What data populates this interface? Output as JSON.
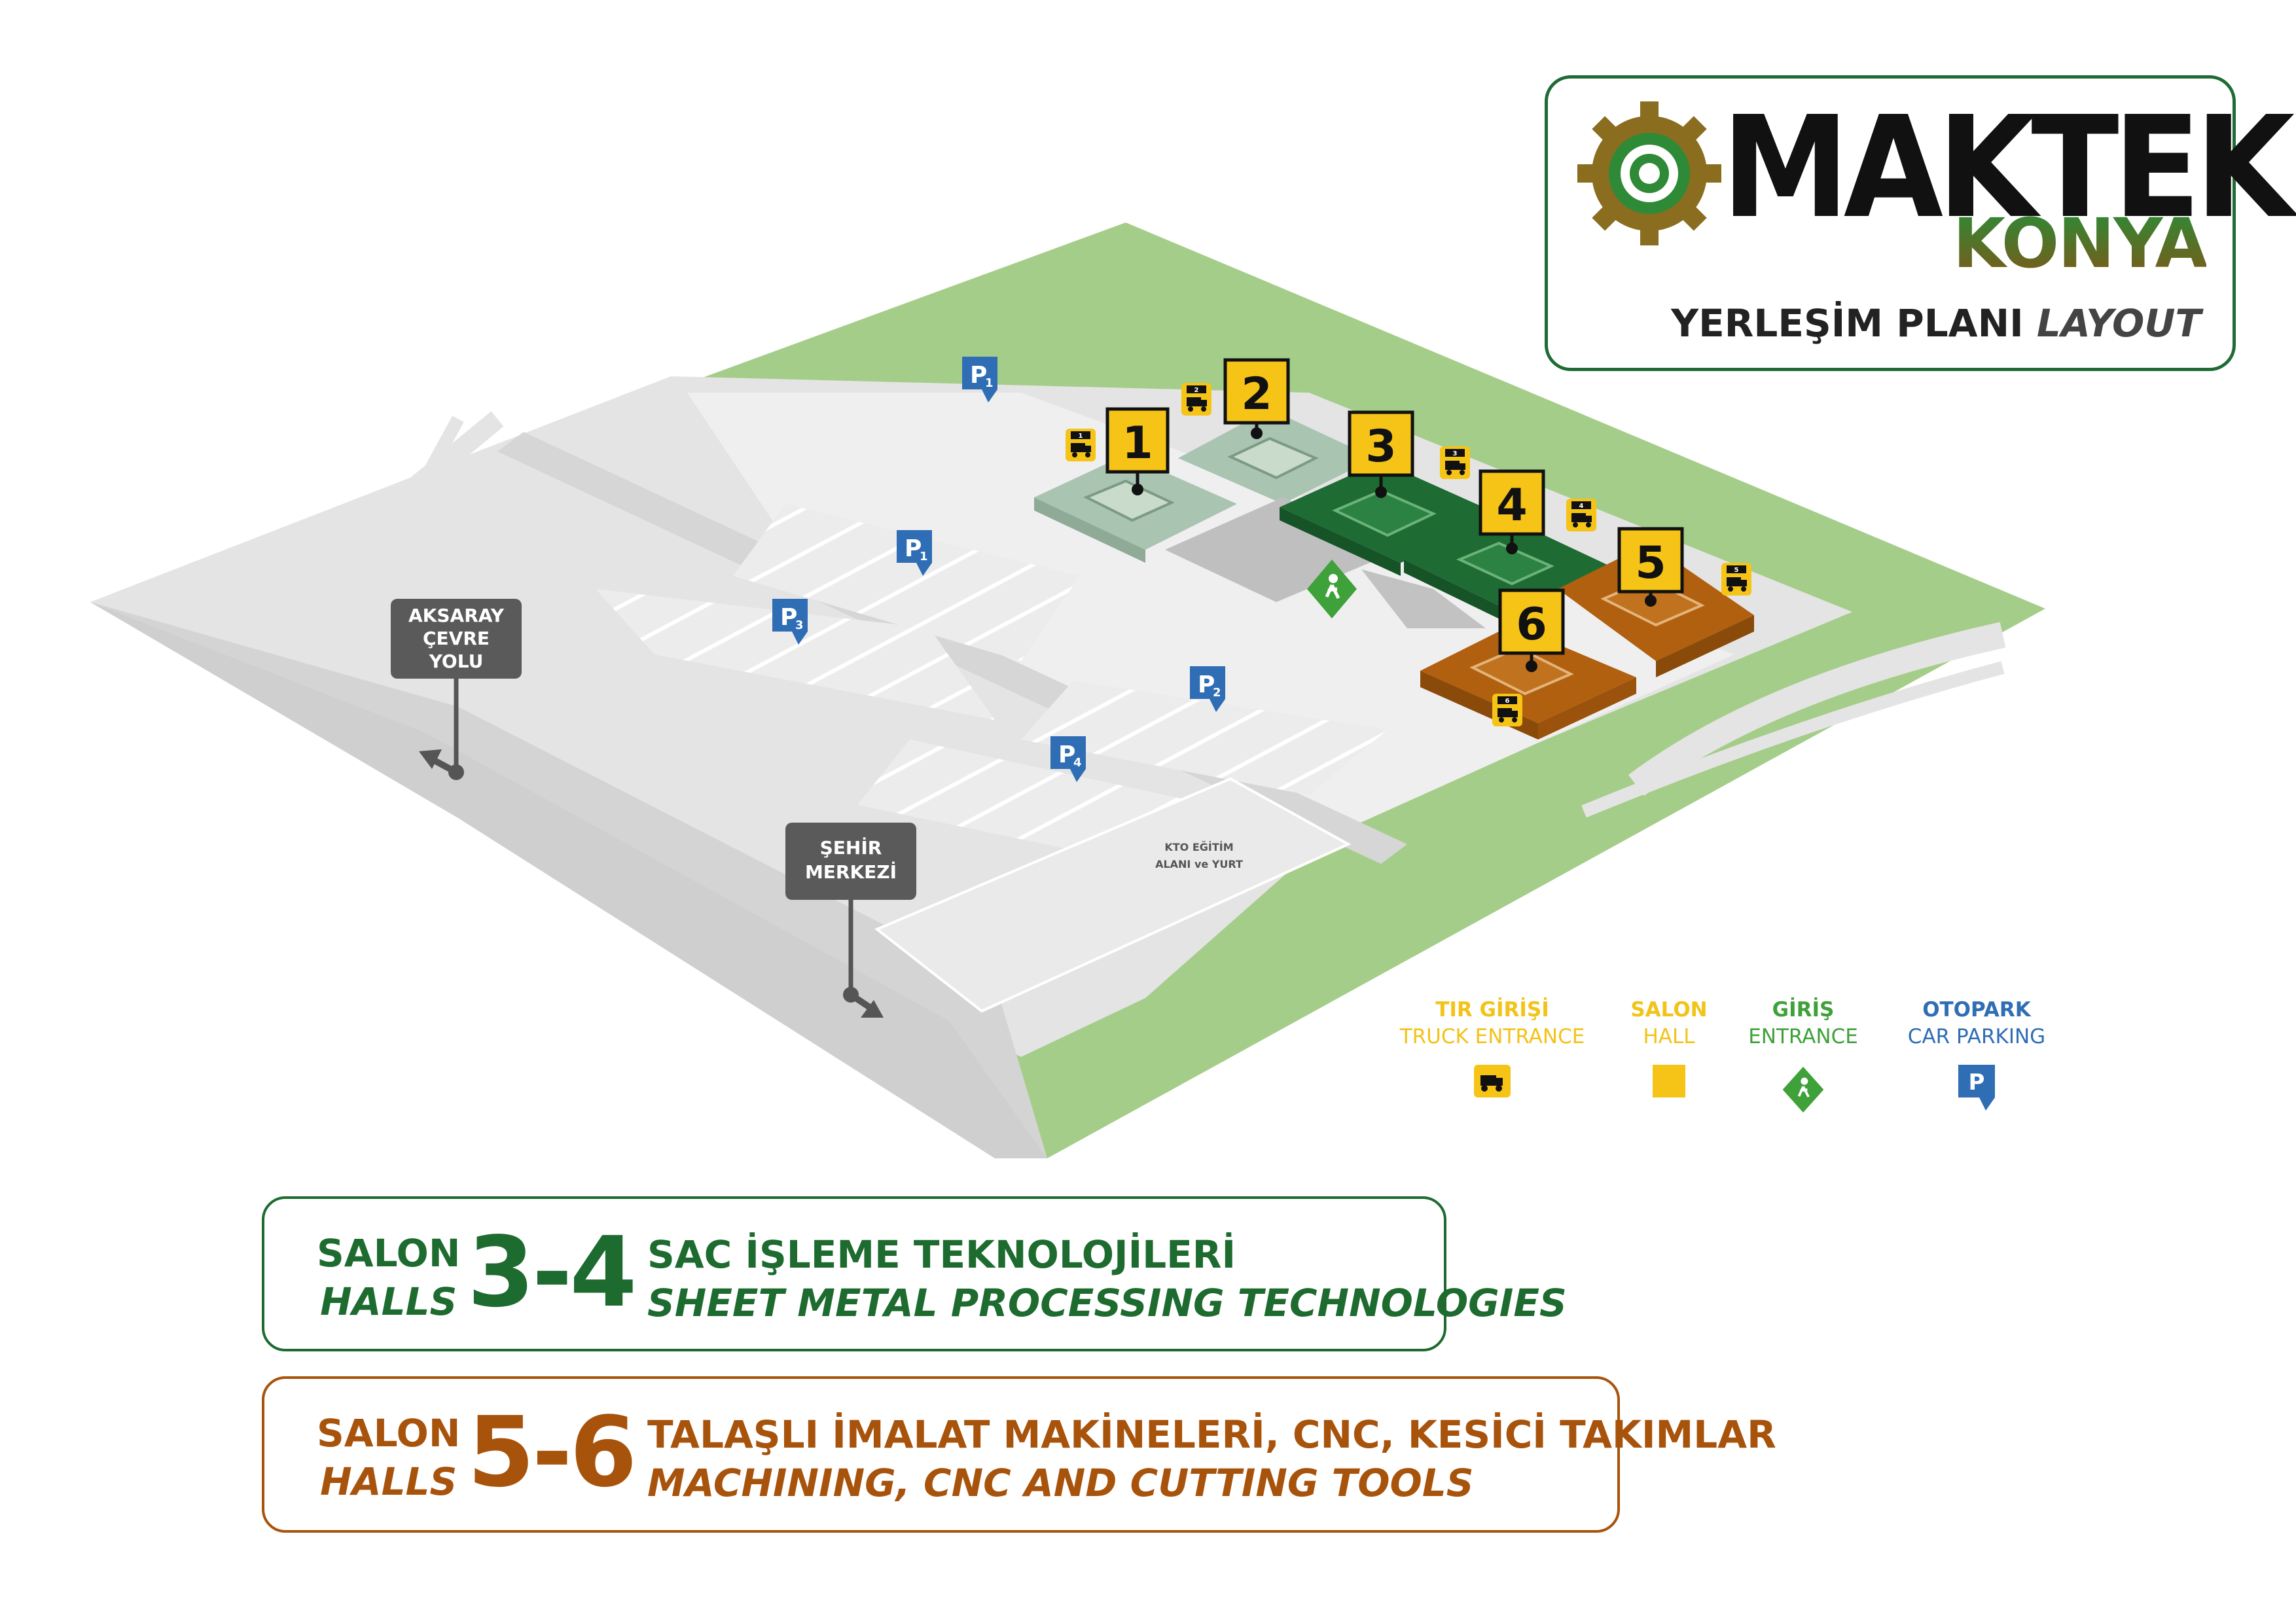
{
  "logo": {
    "word": "MAKTEK",
    "city": "KONYA",
    "plan_tr": "YERLEŞİM PLANI",
    "plan_en": "LAYOUT"
  },
  "map": {
    "roads": {
      "aksaray": [
        "AKSARAY",
        "ÇEVRE",
        "YOLU"
      ],
      "sehir": [
        "ŞEHİR",
        "MERKEZİ"
      ]
    },
    "kto": [
      "KTO EĞİTİM",
      "ALANI ve YURT"
    ],
    "parking": {
      "p1": "P",
      "p1_sub": "1",
      "p1b": "P",
      "p1b_sub": "1",
      "p2": "P",
      "p2_sub": "2",
      "p3": "P",
      "p3_sub": "3",
      "p4": "P",
      "p4_sub": "4"
    },
    "halls": [
      "1",
      "2",
      "3",
      "4",
      "5",
      "6"
    ],
    "truck_numbers": [
      "1",
      "2",
      "3",
      "4",
      "5",
      "6"
    ]
  },
  "legend": {
    "truck": {
      "tr": "TIR GİRİŞİ",
      "en": "TRUCK ENTRANCE",
      "color": "#f2c318"
    },
    "hall": {
      "tr": "SALON",
      "en": "HALL",
      "color": "#f2c318"
    },
    "entrance": {
      "tr": "GİRİŞ",
      "en": "ENTRANCE",
      "color": "#3fa13a"
    },
    "parking": {
      "tr": "OTOPARK",
      "en": "CAR PARKING",
      "color": "#2f6db5",
      "icon_letter": "P"
    }
  },
  "info": [
    {
      "salon": "SALON",
      "halls": "HALLS",
      "numbers": "3-4",
      "tr": "SAC İŞLEME TEKNOLOJİLERİ",
      "en": "SHEET METAL PROCESSING TECHNOLOGIES",
      "color": "#1d6b2f"
    },
    {
      "salon": "SALON",
      "halls": "HALLS",
      "numbers": "5-6",
      "tr": "TALAŞLI İMALAT MAKİNELERİ, CNC, KESİCİ TAKIMLAR",
      "en": "MACHINING, CNC AND CUTTING TOOLS",
      "color": "#a8530b"
    }
  ]
}
